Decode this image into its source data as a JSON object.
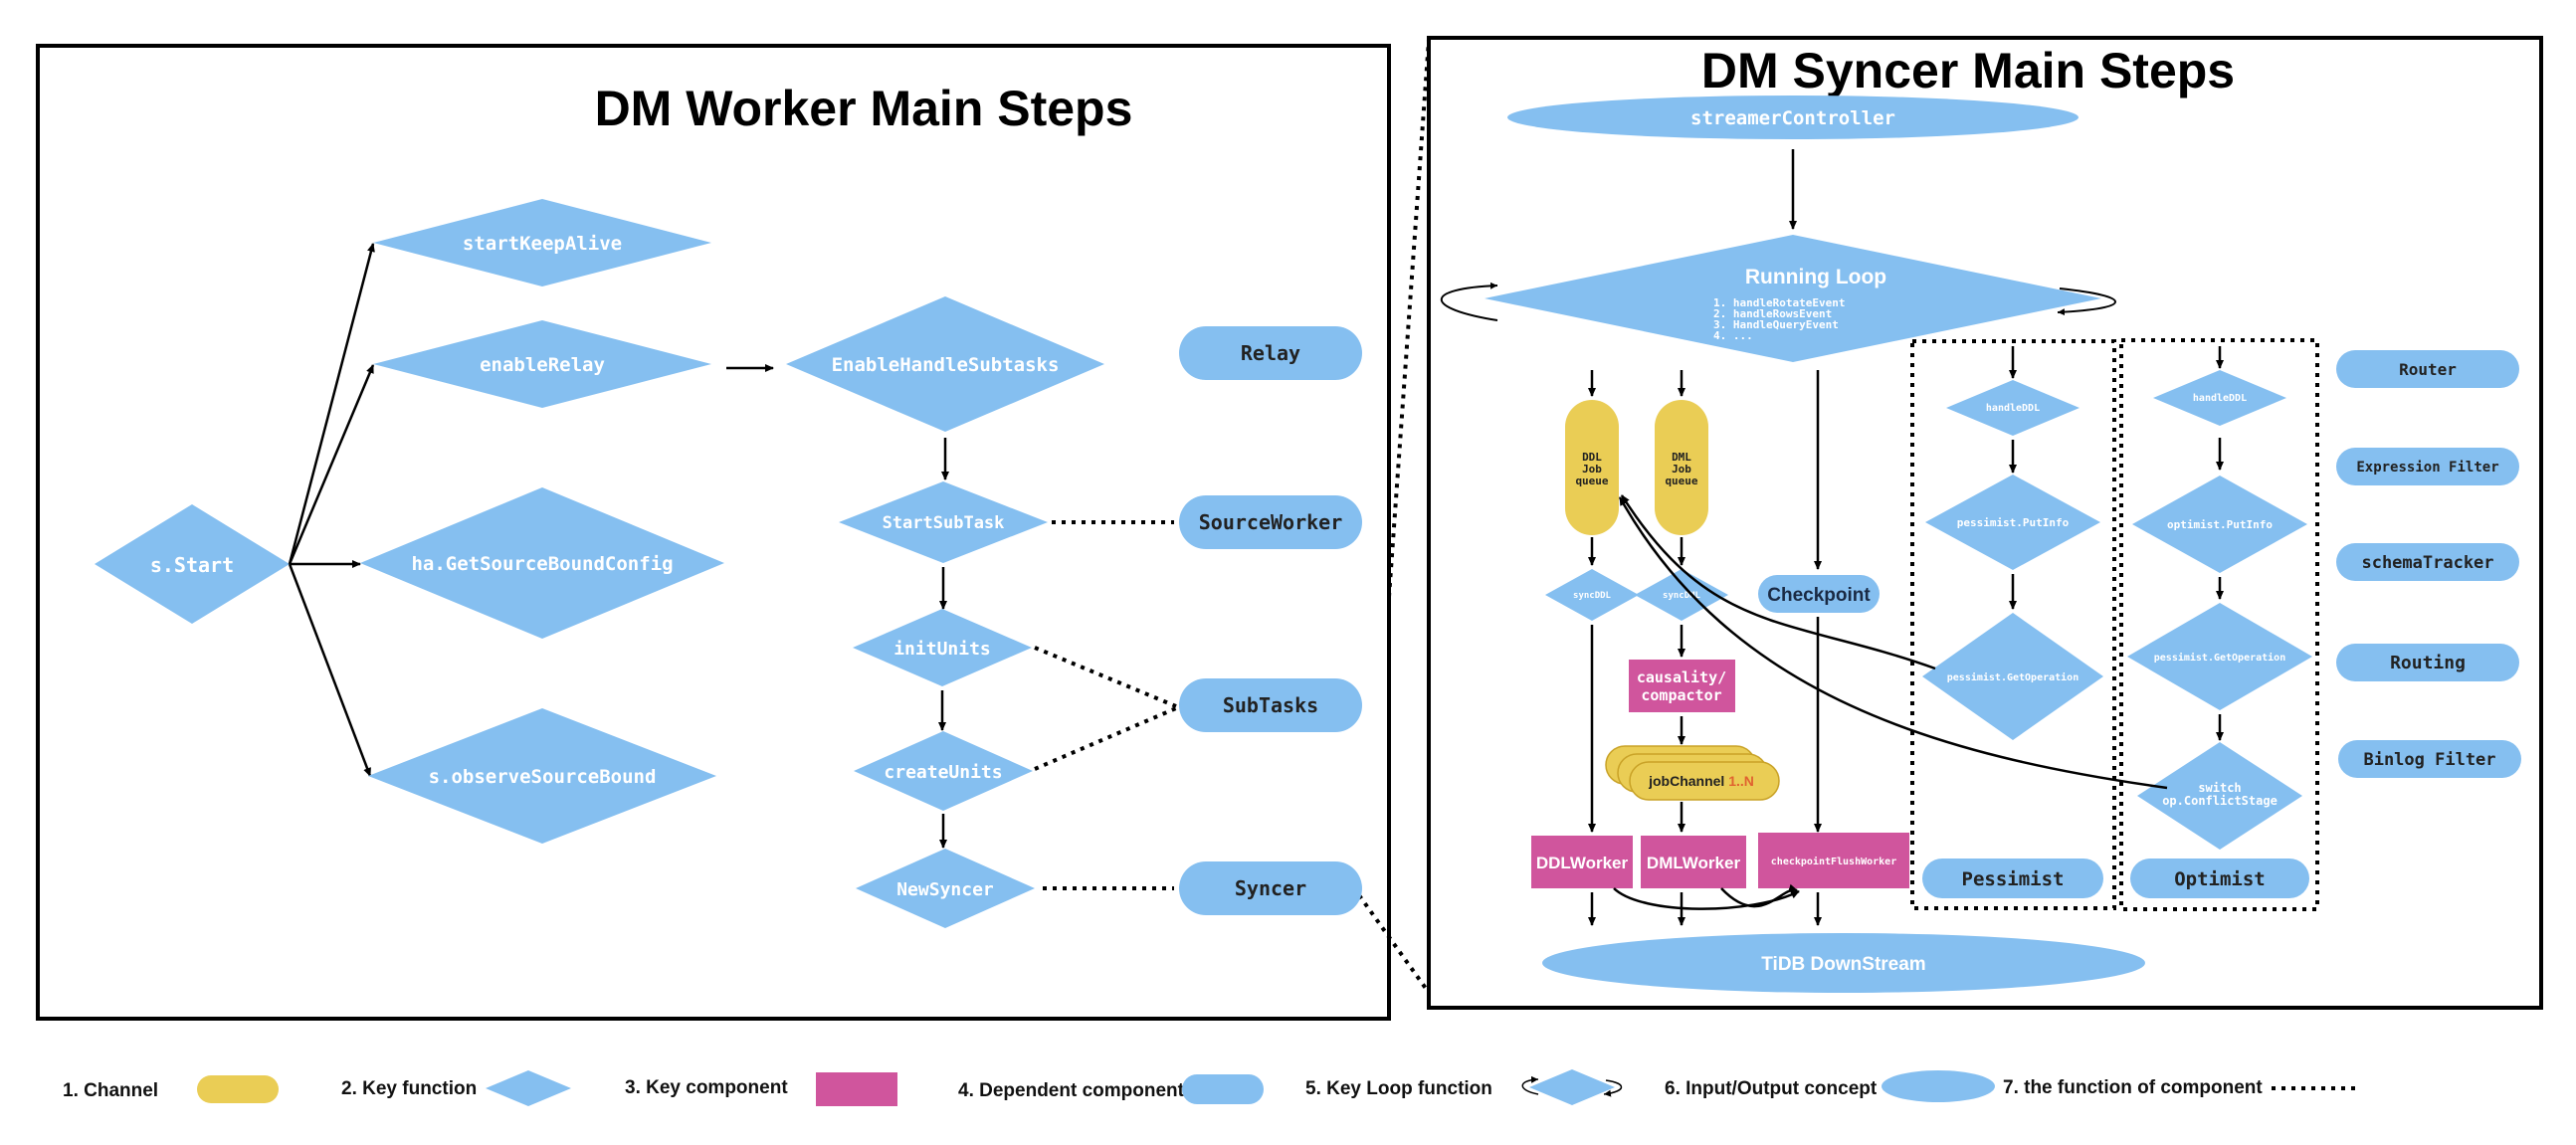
{
  "colors": {
    "key_function": "#85BFF0",
    "dependent_component": "#85BFF0",
    "channel": "#EACD55",
    "key_component": "#D0559D",
    "border": "#000000"
  },
  "worker": {
    "title": "DM Worker Main Steps",
    "s_start": "s.Start",
    "start_keep_alive": "startKeepAlive",
    "enable_relay": "enableRelay",
    "ha_get_source_bound_config": "ha.GetSourceBoundConfig",
    "s_observe_source_bound": "s.observeSourceBound",
    "enable_handle_subtasks": "EnableHandleSubtasks",
    "start_sub_task": "StartSubTask",
    "init_units": "initUnits",
    "create_units": "createUnits",
    "new_syncer": "NewSyncer",
    "relay": "Relay",
    "source_worker": "SourceWorker",
    "sub_tasks": "SubTasks",
    "syncer": "Syncer"
  },
  "syncer": {
    "title": "DM Syncer Main Steps",
    "streamer_controller": "streamerController",
    "running_loop": "Running Loop",
    "running_loop_items": [
      "1. handleRotateEvent",
      "2. handleRowsEvent",
      "3. HandleQueryEvent",
      "4. ..."
    ],
    "ddl_job_queue": [
      "DDL",
      "Job",
      "queue"
    ],
    "dml_job_queue": [
      "DML",
      "Job",
      "queue"
    ],
    "sync_ddl": "syncDDL",
    "sync_dml": "syncDML",
    "checkpoint": "Checkpoint",
    "causality_compactor": [
      "causality/",
      "compactor"
    ],
    "job_channel": "jobChannel",
    "job_channel_suffix": "1..N",
    "ddl_worker": "DDLWorker",
    "dml_worker": "DMLWorker",
    "checkpoint_flush_worker": "checkpointFlushWorker",
    "tidb_downstream": "TiDB DownStream",
    "pessimist": {
      "handle_ddl": "handleDDL",
      "put_info": "pessimist.PutInfo",
      "get_operation": "pessimist.GetOperation",
      "label": "Pessimist"
    },
    "optimist": {
      "handle_ddl": "handleDDL",
      "put_info": "optimist.PutInfo",
      "get_operation": "pessimist.GetOperation",
      "switch_conflict": [
        "switch",
        "op.ConflictStage"
      ],
      "label": "Optimist"
    },
    "components": [
      "Router",
      "Expression Filter",
      "schemaTracker",
      "Routing",
      "Binlog Filter"
    ]
  },
  "legend": {
    "channel": "1. Channel",
    "key_function": "2. Key function",
    "key_component": "3. Key component",
    "dependent_component": "4. Dependent component",
    "key_loop_function": "5. Key Loop function",
    "io_concept": "6. Input/Output concept",
    "function_of_component": "7.  the function of component"
  }
}
